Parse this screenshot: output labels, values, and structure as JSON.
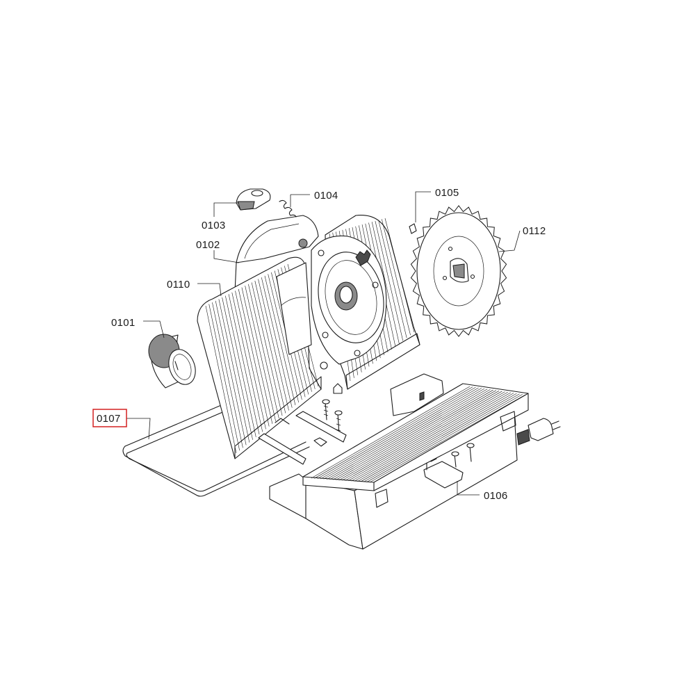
{
  "diagram": {
    "labels": {
      "p0101": "0101",
      "p0102": "0102",
      "p0103": "0103",
      "p0104": "0104",
      "p0105": "0105",
      "p0106": "0106",
      "p0107": "0107",
      "p0110": "0110",
      "p0112": "0112"
    },
    "highlighted": "0107",
    "colors": {
      "line": "#1a1a1a",
      "highlight": "#d42020",
      "shade": "#8a8a8a"
    }
  }
}
